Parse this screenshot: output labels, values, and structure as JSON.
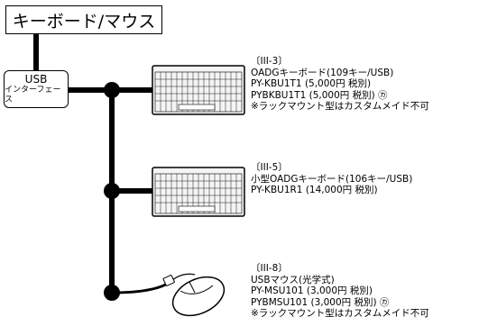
{
  "title": "キーボード/マウス",
  "usb_box": {
    "line1": "USB",
    "line2": "インターフェース"
  },
  "items": [
    {
      "code": "〔III-3〕",
      "name": "OADGキーボード(109キー/USB)",
      "lines": [
        "PY-KBU1T1 (5,000円 税別)",
        "PYBKBU1T1 (5,000円 税別) ㋕"
      ],
      "note": "※ラックマウント型はカスタムメイド不可"
    },
    {
      "code": "〔III-5〕",
      "name": "小型OADGキーボード(106キー/USB)",
      "lines": [
        "PY-KBU1R1 (14,000円 税別)"
      ],
      "note": ""
    },
    {
      "code": "〔III-8〕",
      "name": "USBマウス(光学式)",
      "lines": [
        "PY-MSU101 (3,000円 税別)",
        "PYBMSU101 (3,000円 税別) ㋕"
      ],
      "note": "※ラックマウント型はカスタムメイド不可"
    }
  ]
}
